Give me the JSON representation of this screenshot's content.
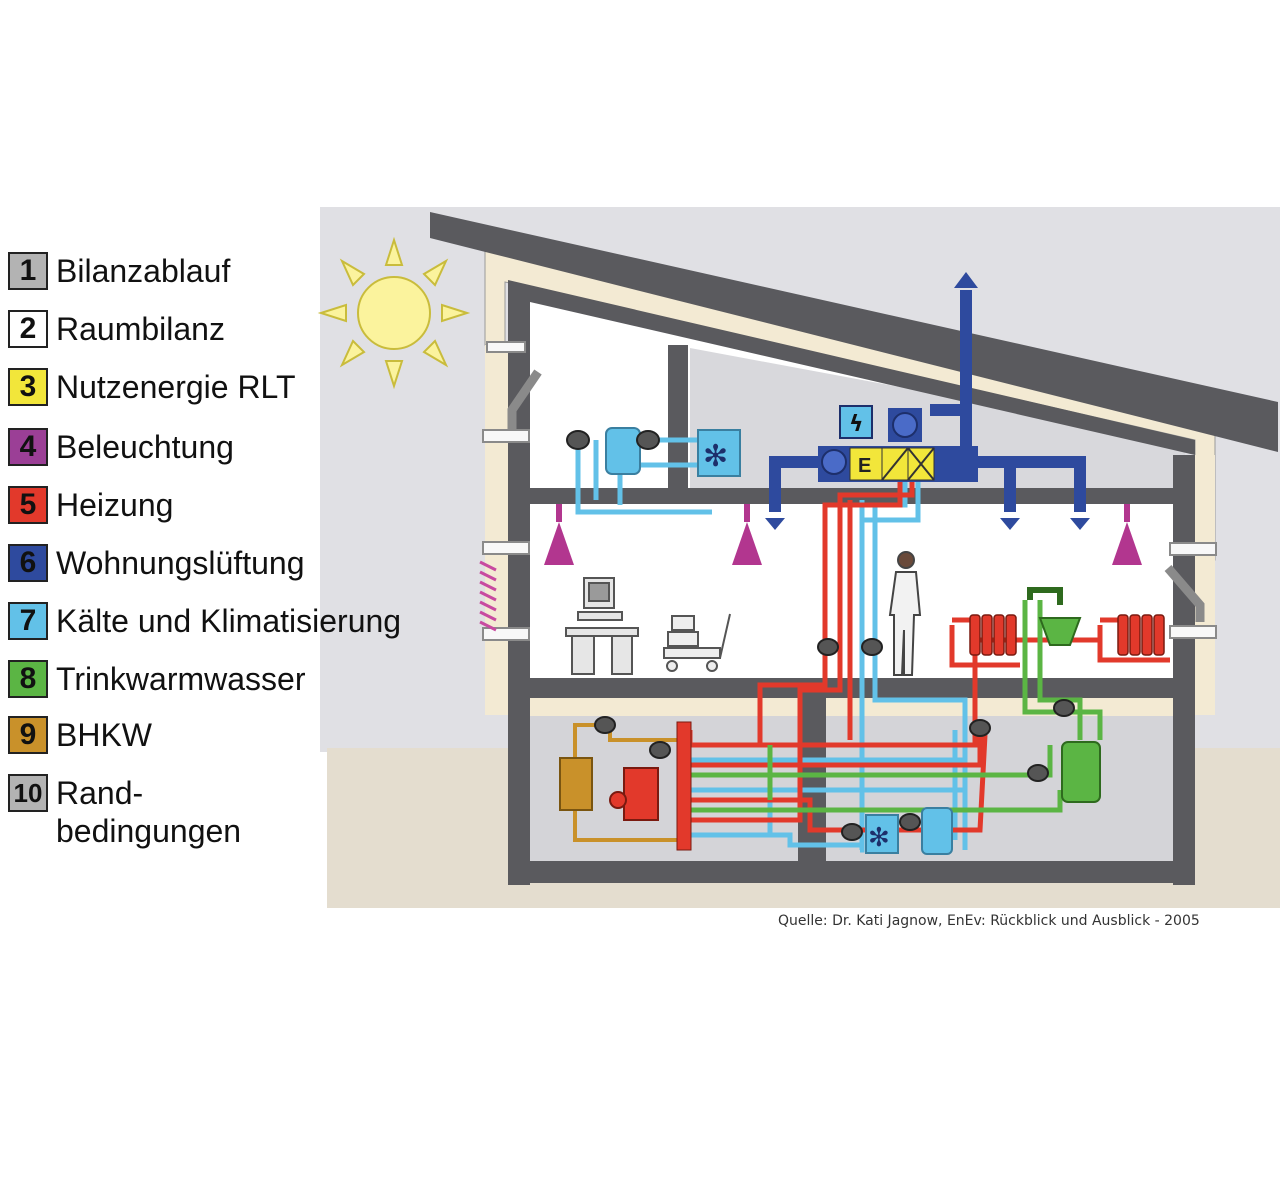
{
  "legend": {
    "items": [
      {
        "number": "1",
        "label": "Bilanzablauf",
        "color": "#b3b3b3"
      },
      {
        "number": "2",
        "label": "Raumbilanz",
        "color": "#ffffff"
      },
      {
        "number": "3",
        "label": "Nutzenergie RLT",
        "color": "#f2e63a"
      },
      {
        "number": "4",
        "label": "Beleuchtung",
        "color": "#9b3f96"
      },
      {
        "number": "5",
        "label": "Heizung",
        "color": "#e2392b"
      },
      {
        "number": "6",
        "label": "Wohnungslüftung",
        "color": "#2e4a9e"
      },
      {
        "number": "7",
        "label": "Kälte und Klimatisierung",
        "color": "#62c1e8"
      },
      {
        "number": "8",
        "label": "Trinkwarmwasser",
        "color": "#5bb544"
      },
      {
        "number": "9",
        "label": "BHKW",
        "color": "#c9912a"
      },
      {
        "number": "10",
        "label": "Rand-",
        "label2": "bedingungen",
        "color": "#b3b3b3"
      }
    ]
  },
  "diagram": {
    "ahu_label": "E",
    "lightning_glyph": "ϟ",
    "snowflake_glyph": "✻"
  },
  "source": "Quelle: Dr. Kati Jagnow, EnEv: Rückblick und Ausblick - 2005",
  "colors": {
    "heating": "#e2392b",
    "ventilation": "#2e4a9e",
    "cooling": "#62c1e8",
    "hot_water": "#5bb544",
    "chp": "#c9912a",
    "lighting": "#b2368f",
    "wall": "#5a5a5e",
    "basement": "#d4d4d8",
    "ground": "#e3dccd",
    "sky": "#dfdfe3"
  }
}
